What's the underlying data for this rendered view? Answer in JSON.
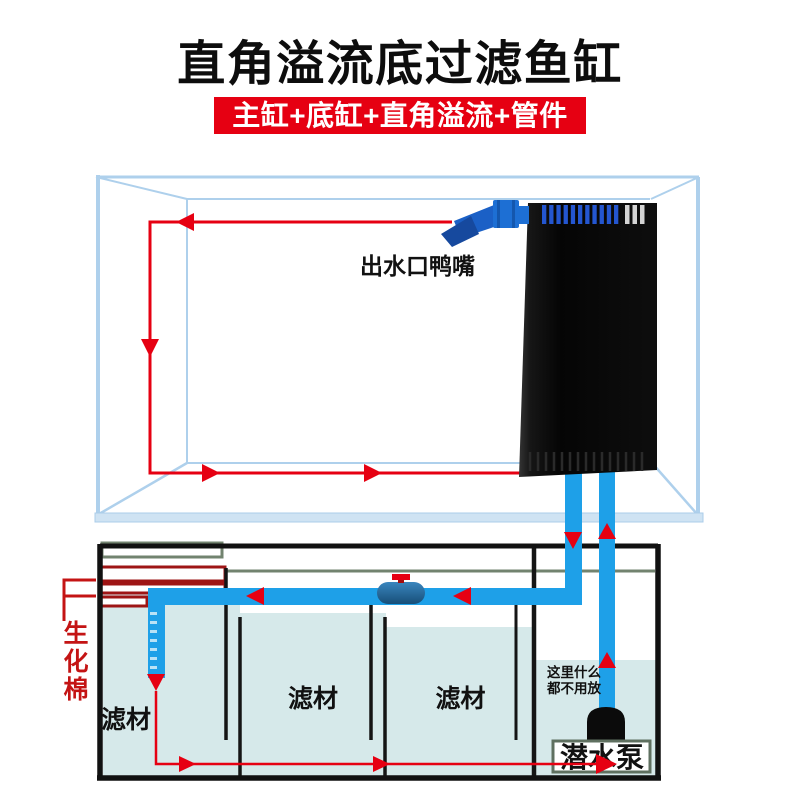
{
  "header": {
    "title": "直角溢流底过滤鱼缸",
    "banner": "主缸+底缸+直角溢流+管件"
  },
  "main_tank": {
    "outlet_label": "出水口鸭嘴"
  },
  "sump": {
    "biochem_label": "生化棉",
    "compartments": [
      {
        "label": "滤材"
      },
      {
        "label": "滤材"
      },
      {
        "label": "滤材"
      },
      {
        "note_line1": "这里什么",
        "note_line2": "都不用放"
      }
    ],
    "pump_label": "潜水泵"
  },
  "colors": {
    "accent_red": "#e60012",
    "flow_arrow_red": "#e60012",
    "pipe_blue": "#1ea0e8",
    "glass_blue": "#aed0ec",
    "water_fill": "#d6e9ea",
    "tray_maroon": "#9e1515",
    "frame_green": "#72836f",
    "overflow_box_black": "#0a0a0a",
    "comb_slat_blue": "#2456d0",
    "comb_slat_gray": "#d4d4d4",
    "biochem_text_red": "#c41414"
  }
}
